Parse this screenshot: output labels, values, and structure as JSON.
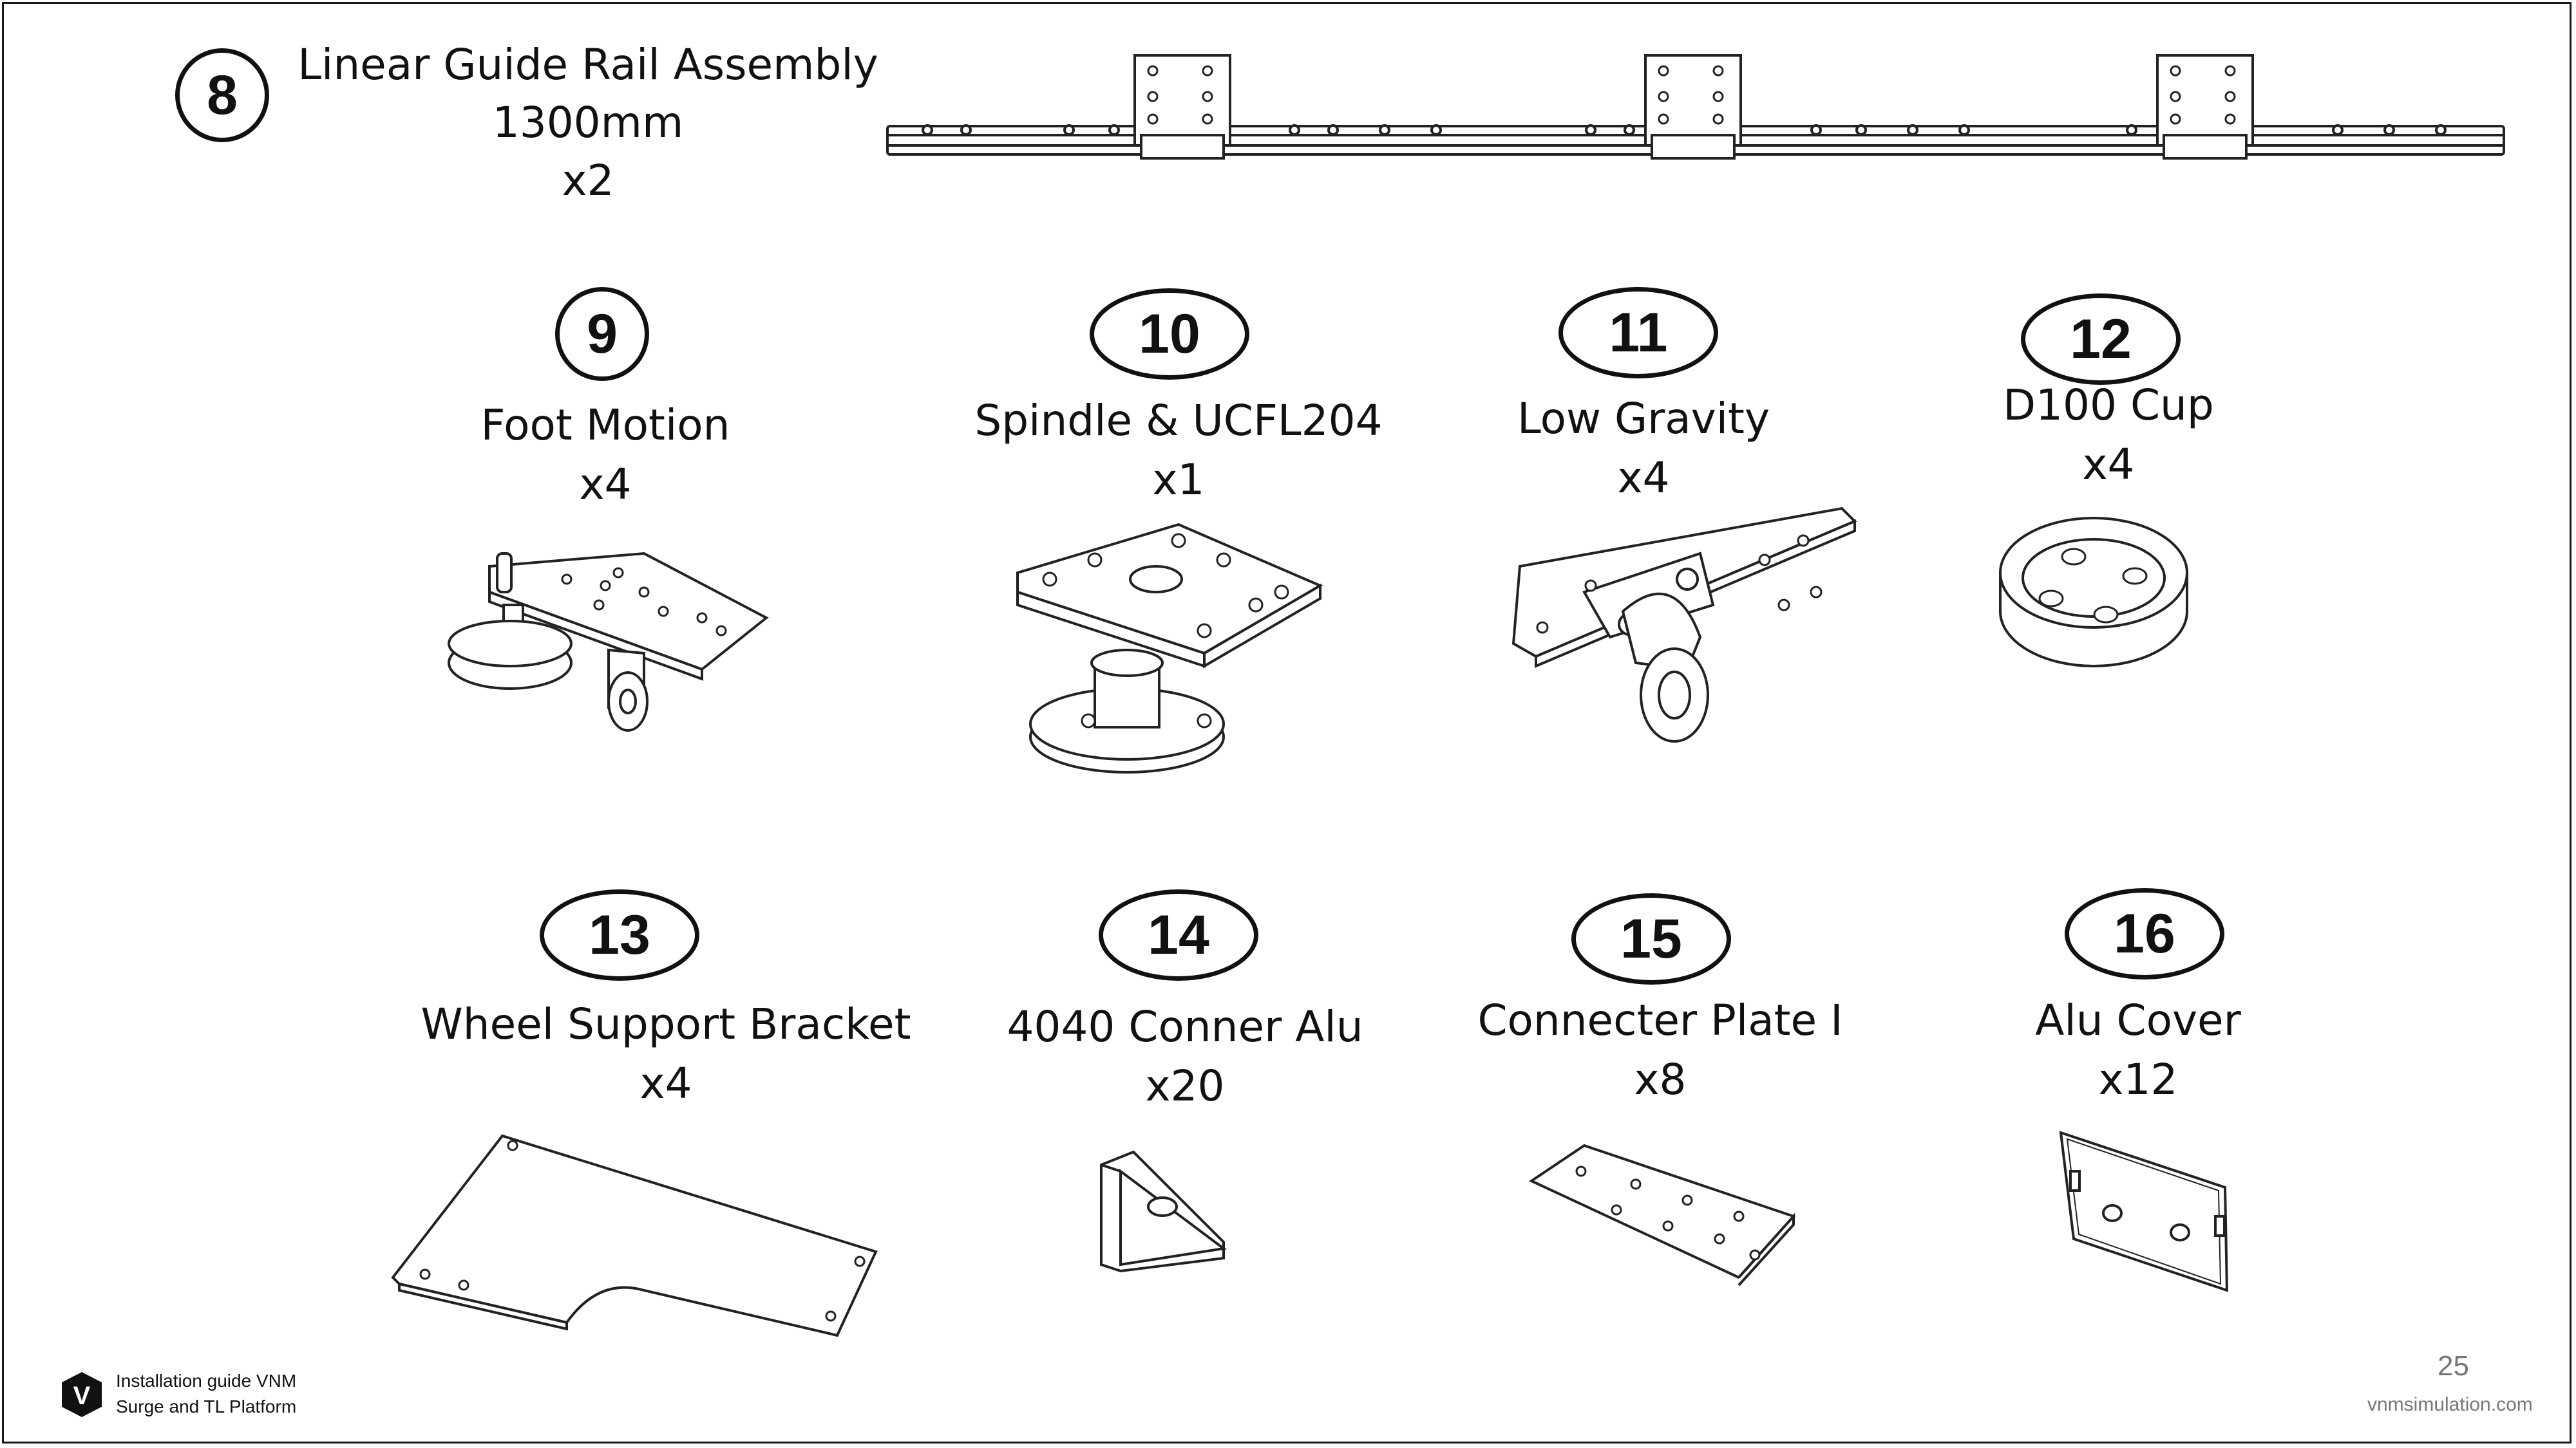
{
  "items": [
    {
      "num": "8",
      "name": "Linear Guide Rail Assembly",
      "size": "1300mm",
      "qty": "x2"
    },
    {
      "num": "9",
      "name": "Foot Motion",
      "qty": "x4"
    },
    {
      "num": "10",
      "name": "Spindle & UCFL204",
      "qty": "x1"
    },
    {
      "num": "11",
      "name": "Low Gravity",
      "qty": "x4"
    },
    {
      "num": "12",
      "name": "D100 Cup",
      "qty": "x4"
    },
    {
      "num": "13",
      "name": "Wheel Support Bracket",
      "qty": "x4"
    },
    {
      "num": "14",
      "name": "4040 Conner Alu",
      "qty": "x20"
    },
    {
      "num": "15",
      "name": "Connecter Plate I",
      "qty": "x8"
    },
    {
      "num": "16",
      "name": "Alu Cover",
      "qty": "x12"
    }
  ],
  "footer": {
    "logo_letter": "V",
    "guide_line1": "Installation guide VNM",
    "guide_line2": "Surge and TL Platform",
    "page_number": "25",
    "website": "vnmsimulation.com"
  },
  "icons": [
    "linear-rail-icon",
    "foot-motion-icon",
    "spindle-icon",
    "caster-plate-icon",
    "cup-icon",
    "bracket-plate-icon",
    "corner-bracket-icon",
    "connector-plate-icon",
    "alu-cover-icon",
    "brand-logo-icon"
  ]
}
